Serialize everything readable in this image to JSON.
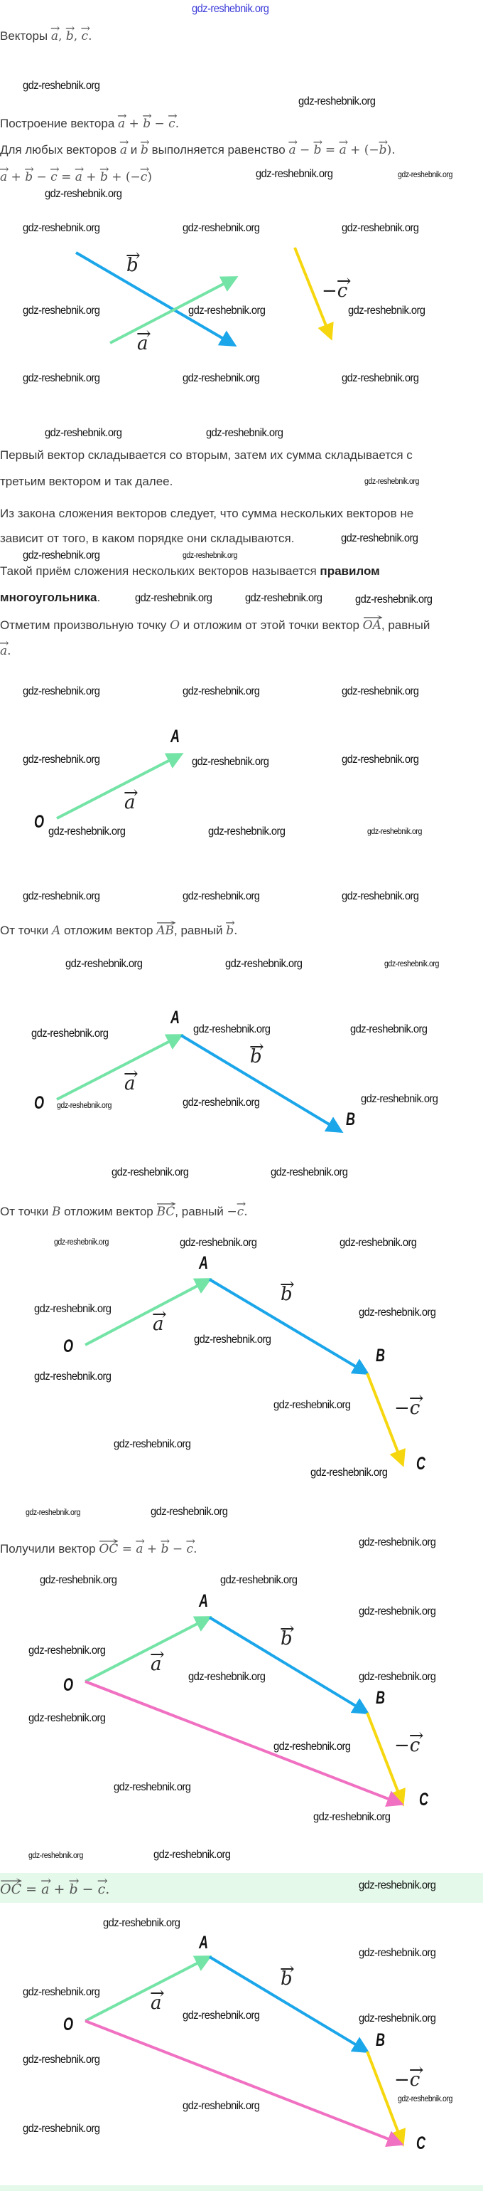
{
  "watermark": "gdz-reshebnik.org",
  "text": {
    "vectors": [
      {
        "t": "Векторы "
      },
      {
        "v": "a"
      },
      {
        "m": ", "
      },
      {
        "v": "b"
      },
      {
        "m": ", "
      },
      {
        "v": "c"
      },
      {
        "m": "."
      }
    ],
    "construction": [
      {
        "t": "Построение вектора "
      },
      {
        "v": "a"
      },
      {
        "m": " + "
      },
      {
        "v": "b"
      },
      {
        "m": " − "
      },
      {
        "v": "c"
      },
      {
        "m": "."
      }
    ],
    "rule": [
      {
        "t": "Для любых векторов "
      },
      {
        "v": "a"
      },
      {
        "t": " и "
      },
      {
        "v": "b"
      },
      {
        "t": " выполняется равенство "
      },
      {
        "v": "a"
      },
      {
        "m": " − "
      },
      {
        "v": "b"
      },
      {
        "m": " = "
      },
      {
        "v": "a"
      },
      {
        "m": " + (−"
      },
      {
        "v": "b"
      },
      {
        "m": ")."
      }
    ],
    "equation": [
      {
        "v": "a"
      },
      {
        "m": " + "
      },
      {
        "v": "b"
      },
      {
        "m": " − "
      },
      {
        "v": "c"
      },
      {
        "m": " = "
      },
      {
        "v": "a"
      },
      {
        "m": " + "
      },
      {
        "v": "b"
      },
      {
        "m": " + (−"
      },
      {
        "v": "c"
      },
      {
        "m": ")"
      }
    ],
    "p1_line1": [
      {
        "t": "Первый вектор складывается со вторым, затем их сумма складывается с"
      }
    ],
    "p1_line2": [
      {
        "t": "третьим вектором и так далее."
      }
    ],
    "p2_line1": [
      {
        "t": "Из закона сложения векторов следует, что сумма нескольких векторов не"
      }
    ],
    "p2_line2": [
      {
        "t": "зависит от того, в каком порядке они складываются."
      }
    ],
    "p3_line1": [
      {
        "t": "Такой приём сложения нескольких векторов называется "
      },
      {
        "b": "правилом"
      }
    ],
    "p3_line2": [
      {
        "b": "многоугольника"
      },
      {
        "t": "."
      }
    ],
    "step1_line1": [
      {
        "t": "Отметим произвольную точку "
      },
      {
        "i": "O"
      },
      {
        "t": " и отложим от этой точки вектор "
      },
      {
        "w": "OA"
      },
      {
        "t": ", равный"
      }
    ],
    "step1_line2": [
      {
        "v": "a"
      },
      {
        "m": "."
      }
    ],
    "step2": [
      {
        "t": "От точки "
      },
      {
        "i": "A"
      },
      {
        "t": " отложим вектор "
      },
      {
        "w": "AB"
      },
      {
        "t": ", равный "
      },
      {
        "v": "b"
      },
      {
        "m": "."
      }
    ],
    "step3": [
      {
        "t": "От точки "
      },
      {
        "i": "B"
      },
      {
        "t": " отложим вектор "
      },
      {
        "w": "BC"
      },
      {
        "t": ", равный "
      },
      {
        "m": "−"
      },
      {
        "v": "c"
      },
      {
        "m": "."
      }
    ],
    "result": [
      {
        "t": "Получили вектор "
      },
      {
        "w": "OC"
      },
      {
        "m": " = "
      },
      {
        "v": "a"
      },
      {
        "m": " + "
      },
      {
        "v": "b"
      },
      {
        "m": " − "
      },
      {
        "v": "c"
      },
      {
        "m": "."
      }
    ],
    "answer": [
      {
        "w": "OC"
      },
      {
        "m": " = "
      },
      {
        "v": "a"
      },
      {
        "m": " + "
      },
      {
        "v": "b"
      },
      {
        "m": " − "
      },
      {
        "v": "c"
      },
      {
        "m": "."
      }
    ]
  },
  "diagram": {
    "vec_a": "a",
    "vec_b": "b",
    "vec_c": "c",
    "minus": "−",
    "O": "O",
    "A": "A",
    "B": "B",
    "C": "C"
  },
  "colors": {
    "a": "#74e3a6",
    "b": "#1ba6ea",
    "neg_c": "#f6d70f",
    "result": "#f070c2",
    "answer_band": "#e4f9ea"
  }
}
